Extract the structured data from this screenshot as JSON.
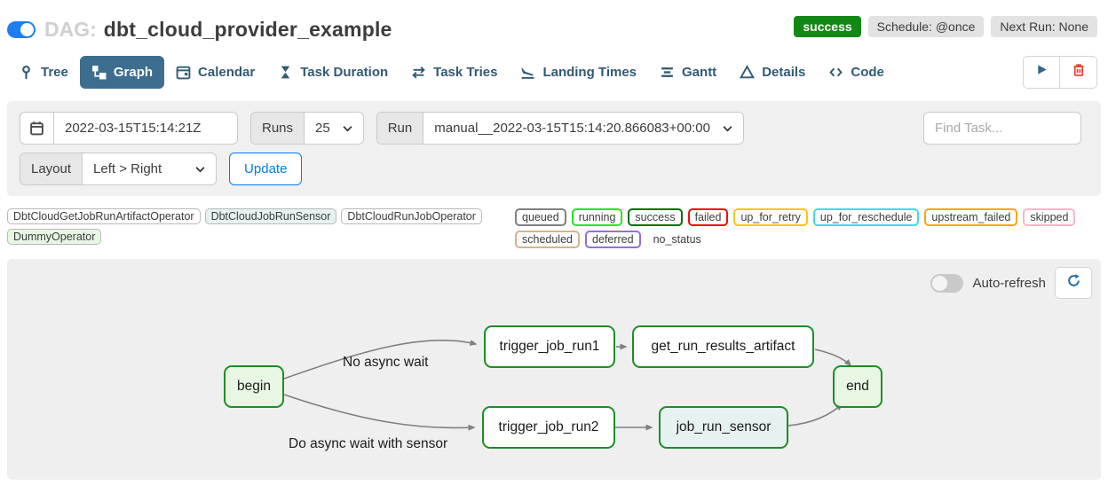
{
  "header": {
    "dag_toggle_on": true,
    "dag_prefix": "DAG:",
    "dag_title": "dbt_cloud_provider_example",
    "status_badge": "success",
    "status_color": "#138813",
    "schedule_badge": "Schedule: @once",
    "next_run_badge": "Next Run: None"
  },
  "tabs": [
    {
      "label": "Tree",
      "icon": "tree-icon",
      "active": false
    },
    {
      "label": "Graph",
      "icon": "graph-icon",
      "active": true
    },
    {
      "label": "Calendar",
      "icon": "calendar-icon",
      "active": false
    },
    {
      "label": "Task Duration",
      "icon": "hourglass-icon",
      "active": false
    },
    {
      "label": "Task Tries",
      "icon": "repeat-icon",
      "active": false
    },
    {
      "label": "Landing Times",
      "icon": "plane-landing-icon",
      "active": false
    },
    {
      "label": "Gantt",
      "icon": "gantt-bars-icon",
      "active": false
    },
    {
      "label": "Details",
      "icon": "triangle-icon",
      "active": false
    },
    {
      "label": "Code",
      "icon": "code-icon",
      "active": false
    }
  ],
  "toolbar": {
    "play_icon": "play-icon",
    "delete_icon": "trash-icon"
  },
  "filters": {
    "base_date_value": "2022-03-15T15:14:21Z",
    "runs_label": "Runs",
    "runs_value": "25",
    "run_label": "Run",
    "run_value": "manual__2022-03-15T15:14:20.866083+00:00",
    "find_task_placeholder": "Find Task...",
    "layout_label": "Layout",
    "layout_value": "Left > Right",
    "update_label": "Update"
  },
  "legend": {
    "operators": [
      {
        "label": "DbtCloudGetJobRunArtifactOperator",
        "color": "#ffffff"
      },
      {
        "label": "DbtCloudJobRunSensor",
        "color": "#e6f1f2"
      },
      {
        "label": "DbtCloudRunJobOperator",
        "color": "#ffffff"
      },
      {
        "label": "DummyOperator",
        "color": "#e8f7e4"
      }
    ],
    "states": [
      {
        "label": "queued",
        "color": "#808080"
      },
      {
        "label": "running",
        "color": "#1ee81e"
      },
      {
        "label": "success",
        "color": "#0a6e0a"
      },
      {
        "label": "failed",
        "color": "#f40b0b"
      },
      {
        "label": "up_for_retry",
        "color": "#ffc40c"
      },
      {
        "label": "up_for_reschedule",
        "color": "#40dbe0"
      },
      {
        "label": "upstream_failed",
        "color": "#ffa50a"
      },
      {
        "label": "skipped",
        "color": "#f8b7c6"
      },
      {
        "label": "scheduled",
        "color": "#d2b48c"
      },
      {
        "label": "deferred",
        "color": "#9370db"
      },
      {
        "label": "no_status",
        "color": "transparent"
      }
    ]
  },
  "graph": {
    "auto_refresh_label": "Auto-refresh",
    "auto_refresh_on": false,
    "refresh_icon": "refresh-icon",
    "node_border_color": "#1d8e24",
    "edge_color": "#7f7f7f",
    "nodes": [
      {
        "id": "begin",
        "label": "begin",
        "fill": "#e8f7e4"
      },
      {
        "id": "trigger_job_run1",
        "label": "trigger_job_run1",
        "fill": "#ffffff"
      },
      {
        "id": "get_run_results_artifact",
        "label": "get_run_results_artifact",
        "fill": "#ffffff"
      },
      {
        "id": "end",
        "label": "end",
        "fill": "#e8f7e4"
      },
      {
        "id": "trigger_job_run2",
        "label": "trigger_job_run2",
        "fill": "#ffffff"
      },
      {
        "id": "job_run_sensor",
        "label": "job_run_sensor",
        "fill": "#e6f1f2"
      }
    ],
    "edge_labels": [
      {
        "text": "No async wait"
      },
      {
        "text": "Do async wait with sensor"
      }
    ]
  }
}
